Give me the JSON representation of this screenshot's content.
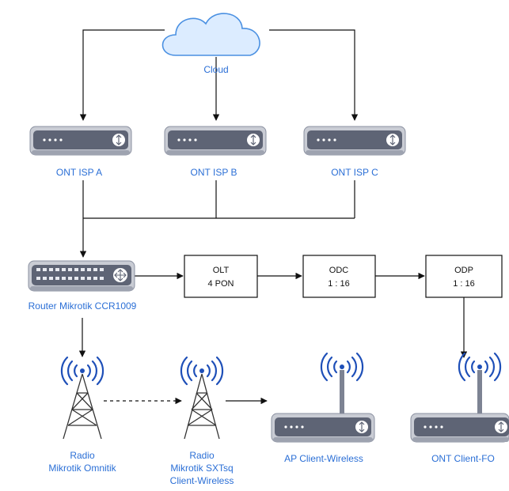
{
  "colors": {
    "label": "#2b6fd6",
    "cloud_fill": "#dcecff",
    "cloud_stroke": "#4a90e2",
    "device_fill": "#c9ccd4",
    "device_stroke": "#8a90a0",
    "device_dark": "#5e6475",
    "antenna": "#1e4fb8",
    "line": "#111111"
  },
  "nodes": {
    "cloud": "Cloud",
    "ont_isp_a": "ONT ISP A",
    "ont_isp_b": "ONT ISP B",
    "ont_isp_c": "ONT ISP C",
    "router": "Router Mikrotik CCR1009",
    "olt": [
      "OLT",
      "4 PON"
    ],
    "odc": [
      "ODC",
      "1 : 16"
    ],
    "odp": [
      "ODP",
      "1 : 16"
    ],
    "radio_omnitik": [
      "Radio",
      "Mikrotik Omnitik"
    ],
    "radio_sxtsq": [
      "Radio",
      "Mikrotik SXTsq",
      "Client-Wireless"
    ],
    "ap_client": "AP Client-Wireless",
    "ont_client": "ONT Client-FO"
  },
  "icons": {
    "cloud": "cloud-icon",
    "ont": "ont-device-icon",
    "router": "router-icon",
    "tower": "radio-tower-icon",
    "ap": "access-point-icon"
  }
}
